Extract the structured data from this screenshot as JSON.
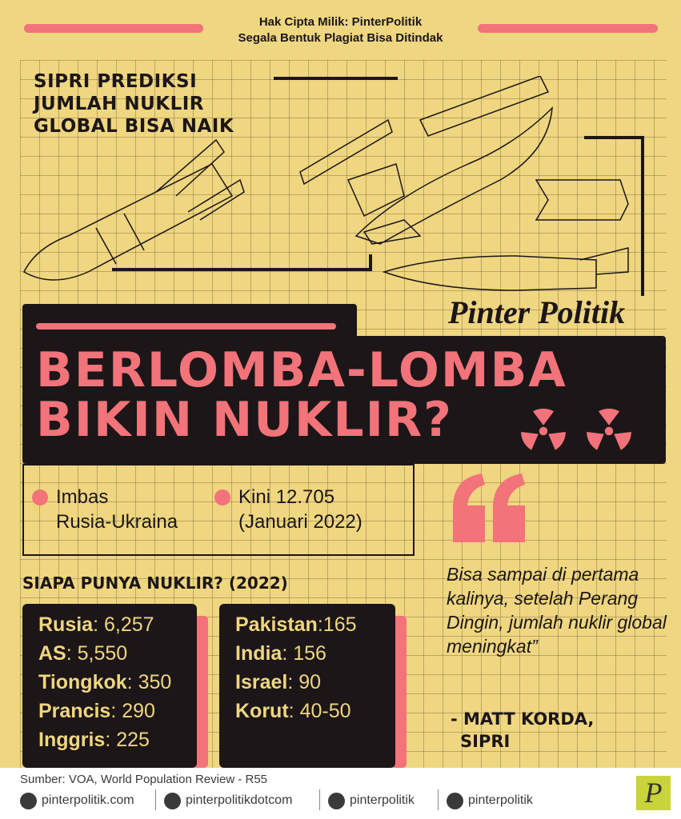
{
  "header": {
    "copyright_line1": "Hak Cipta Milik: PinterPolitik",
    "copyright_line2": "Segala Bentuk Plagiat Bisa Ditindak"
  },
  "subtitle": {
    "line1": "SIPRI PREDIKSI",
    "line2": "JUMLAH NUKLIR",
    "line3": "GLOBAL BISA NAIK"
  },
  "title": {
    "line1": "BERLOMBA-LOMBA",
    "line2": "BIKIN NUKLIR?",
    "watermark": "Pinter Politik"
  },
  "bullets": [
    {
      "line1": "Imbas",
      "line2": "Rusia-Ukraina"
    },
    {
      "line1": "Kini 12.705",
      "line2": "(Januari 2022)"
    }
  ],
  "quote": {
    "text": "Bisa sampai di pertama kalinya, setelah Perang Dingin, jumlah nuklir global meningkat”",
    "author_line1": "- MATT KORDA,",
    "author_line2": "SIPRI"
  },
  "section_title": "SIAPA PUNYA NUKLIR? (2022)",
  "countries_left": [
    {
      "name": "Rusia",
      "value": "6,257"
    },
    {
      "name": "AS",
      "value": "5,550"
    },
    {
      "name": "Tiongkok",
      "value": "350"
    },
    {
      "name": "Prancis",
      "value": "290"
    },
    {
      "name": "Inggris",
      "value": "225"
    }
  ],
  "countries_right": [
    {
      "name": "Pakistan",
      "value": "165"
    },
    {
      "name": "India",
      "value": "156"
    },
    {
      "name": "Israel",
      "value": "90"
    },
    {
      "name": "Korut",
      "value": "40-50"
    }
  ],
  "footer": {
    "source": "Sumber: VOA, World Population Review - R55",
    "website": "pinterpolitik.com",
    "facebook": "pinterpolitikdotcom",
    "instagram": "pinterpolitik",
    "twitter": "pinterpolitik",
    "logo": "P"
  },
  "colors": {
    "background": "#efd680",
    "accent": "#f2737a",
    "dark": "#1c1618"
  }
}
